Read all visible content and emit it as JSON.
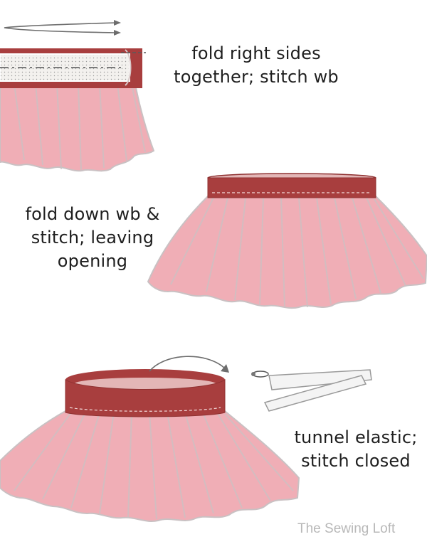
{
  "colors": {
    "band": "#a83e3e",
    "band_shadow": "#8f3232",
    "band_top": "#e3b6b6",
    "fringe": "#ec9aa4",
    "fringe_edge": "#c9c1c3",
    "stitch": "#f2d9d9",
    "elastic": "#f4f4f4",
    "arrow": "#6d6d6d"
  },
  "steps": [
    {
      "lines": [
        "fold right sides",
        "together; stitch wb"
      ]
    },
    {
      "lines": [
        "fold down wb &",
        "stitch; leaving",
        "opening"
      ]
    },
    {
      "lines": [
        "tunnel elastic;",
        "stitch closed"
      ]
    }
  ],
  "credit": "The Sewing Loft"
}
